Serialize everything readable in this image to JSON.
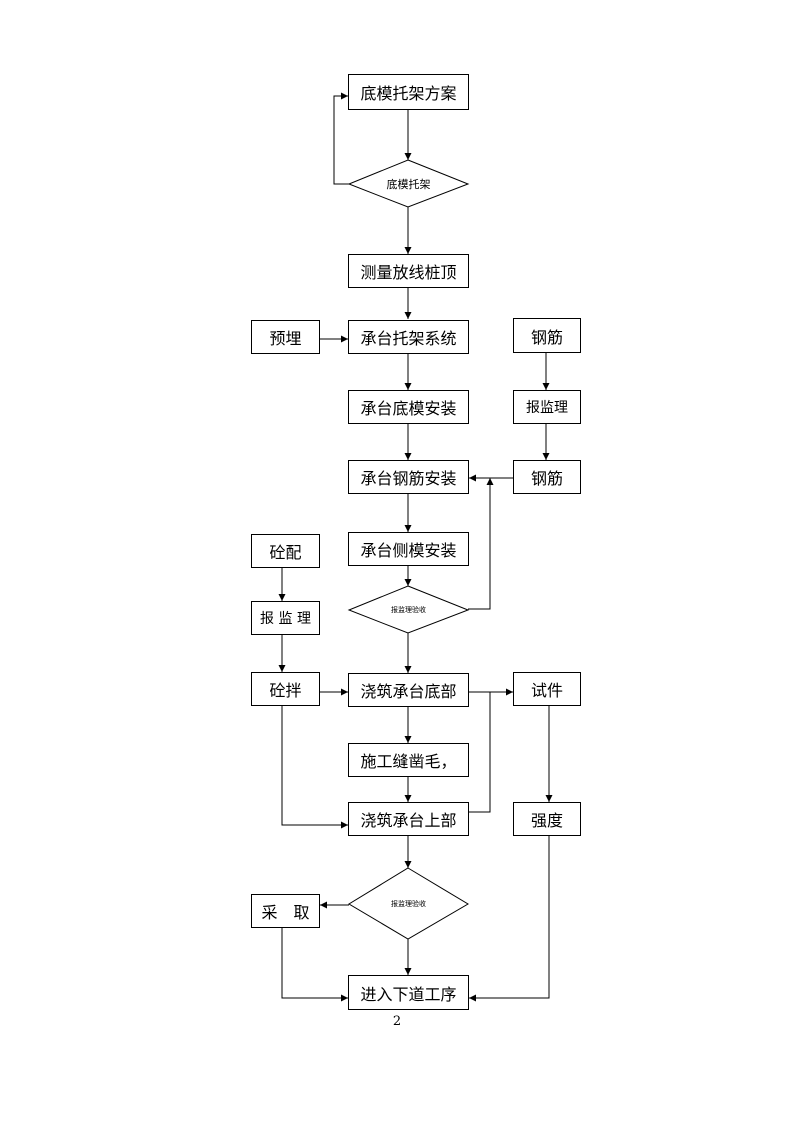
{
  "flowchart": {
    "nodes": {
      "plan": "底模托架方案",
      "decision1": "底模托架",
      "survey": "测量放线桩顶",
      "embed": "预埋",
      "support": "承台托架系统",
      "rebar_top": "钢筋",
      "report_rebar": "报监理",
      "bottom_form": "承台底模安装",
      "rebar_install": "承台钢筋安装",
      "rebar_mid": "钢筋",
      "concrete_mix": "砼配",
      "side_form": "承台侧模安装",
      "decision2": "报监理验收",
      "report_concrete": "报 监 理",
      "mixing": "砼拌",
      "pour_bottom": "浇筑承台底部",
      "specimen": "试件",
      "joint": "施工缝凿毛，",
      "pour_top": "浇筑承台上部",
      "strength": "强度",
      "remedy": "采　取",
      "decision3": "报监理验收",
      "next": "进入下道工序"
    }
  },
  "page_number": "2"
}
